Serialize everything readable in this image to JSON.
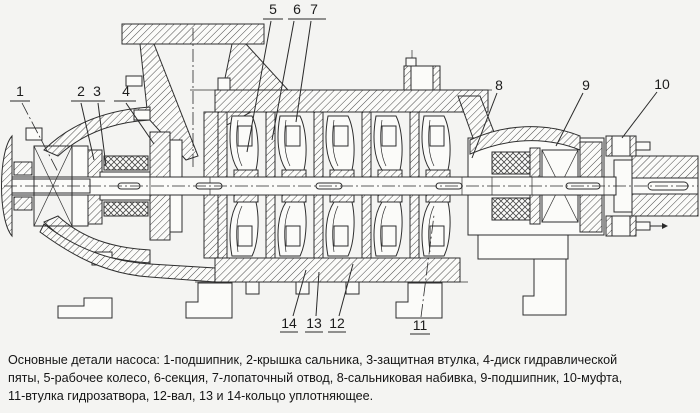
{
  "colors": {
    "line": "#2e2e2e",
    "background": "#f4f4f2"
  },
  "callouts": [
    "1",
    "2",
    "3",
    "4",
    "5",
    "6",
    "7",
    "8",
    "9",
    "10",
    "11",
    "12",
    "13",
    "14"
  ],
  "parts": [
    {
      "num": "1",
      "name": "подшипник"
    },
    {
      "num": "2",
      "name": "крышка сальника"
    },
    {
      "num": "3",
      "name": "защитная втулка"
    },
    {
      "num": "4",
      "name": "диск гидравлической пяты"
    },
    {
      "num": "5",
      "name": "рабочее колесо"
    },
    {
      "num": "6",
      "name": "секция"
    },
    {
      "num": "7",
      "name": "лопаточный отвод"
    },
    {
      "num": "8",
      "name": "сальниковая набивка"
    },
    {
      "num": "9",
      "name": "подшипник"
    },
    {
      "num": "10",
      "name": "муфта"
    },
    {
      "num": "11",
      "name": "втулка гидрозатвора"
    },
    {
      "num": "12",
      "name": "вал"
    },
    {
      "num": "13",
      "name": "кольцо уплотняющее"
    },
    {
      "num": "14",
      "name": "кольцо уплотняющее"
    }
  ],
  "caption": {
    "lines": [
      "Основные детали насоса: 1-подшипник, 2-крышка сальника, 3-защитная втулка, 4-диск гидравлической",
      "пяты, 5-рабочее колесо, 6-секция, 7-лопаточный отвод, 8-сальниковая набивка, 9-подшипник, 10-муфта,",
      "11-втулка гидрозатвора, 12-вал, 13 и 14-кольцо уплотняющее."
    ]
  }
}
